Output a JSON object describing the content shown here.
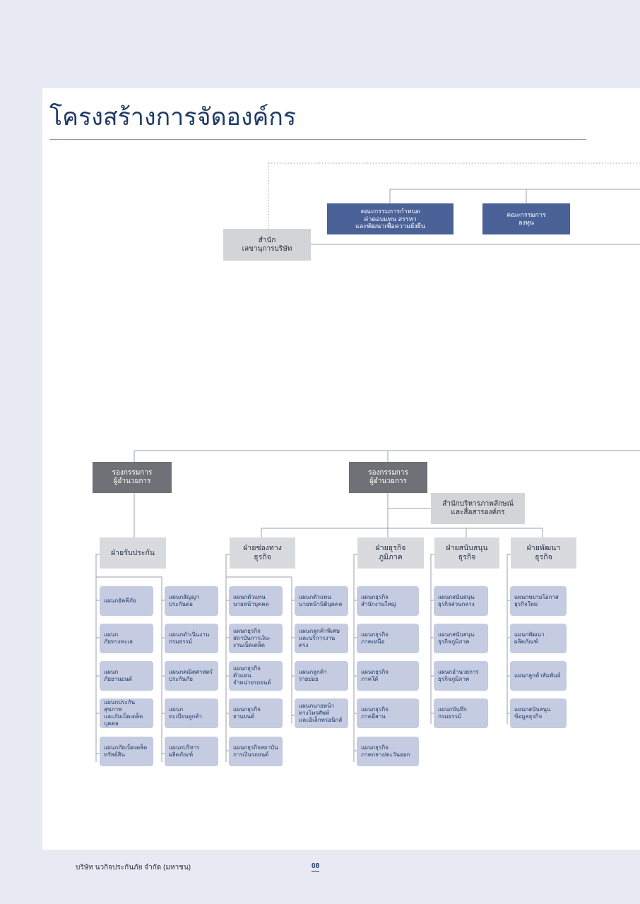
{
  "page_title": "โครงสร้างการจัดองค์กร",
  "top": {
    "committee_compensation": "คณะกรรมการกำหนด\nค่าตอบแทน สรรหา\nและพัฒนาเพื่อความยั่งยืน",
    "committee_investment": "คณะกรรมการ\nลงทุน",
    "secretary_office": "สำนัก\nเลขานุการบริษัท"
  },
  "executives": {
    "vp_left": "รองกรรมการ\nผู้อำนวยการ",
    "vp_center": "รองกรรมการ\nผู้อำนวยการ",
    "brand_office": "สำนักบริหารภาพลักษณ์\nและสื่อสารองค์กร"
  },
  "divisions": [
    {
      "name": "ฝ่ายรับประกัน",
      "col1": [
        "แผนกอัคคีภัย",
        "แผนก\nภัยทางทะเล",
        "แผนก\nภัยยานยนต์",
        "แผนกประกันสุขภาพ\nและภัยเบ็ดเตล็ด\nบุคคล",
        "แผนกภัยเบ็ดเตล็ด\nทรัพย์สิน"
      ],
      "col2": [
        "แผนกสัญญา\nประกันต่อ",
        "แผนกดำเนินงาน\nกรมธรรม์",
        "แผนกคณิตศาสตร์\nประกันภัย",
        "แผนก\nทะเบียนลูกค้า",
        "แผนกบริหาร\nผลิตภัณฑ์"
      ]
    },
    {
      "name": "ฝ่ายช่องทาง\nธุรกิจ",
      "col1": [
        "แผนกตัวแทน\nนายหน้าบุคคล",
        "แผนกธุรกิจ\nสถาบันการเงิน-\nงานเบ็ดเตล็ด",
        "แผนกธุรกิจตัวแทน\nจำหน่ายรถยนต์",
        "แผนกธุรกิจ\nยานยนต์",
        "แผนกธุรกิจสถาบัน\nการเงินรถยนต์"
      ],
      "col2": [
        "แผนกตัวแทน\nนายหน้านิติบุคคล",
        "แผนกลูกค้าพิเศษ\nและบริการงานตรง",
        "แผนกลูกค้า\nรายย่อย",
        "แผนกนายหน้า\nทางโทรศัพท์\nและอิเล็กทรอนิกส์"
      ]
    },
    {
      "name": "ฝ่ายธุรกิจ\nภูมิภาค",
      "col1": [
        "แผนกธุรกิจ\nสำนักงานใหญ่",
        "แผนกธุรกิจ\nภาคเหนือ",
        "แผนกธุรกิจ\nภาคใต้",
        "แผนกธุรกิจ\nภาคอีสาน",
        "แผนกธุรกิจ\nภาคกลาง/ตะวันออก"
      ]
    },
    {
      "name": "ฝ่ายสนับสนุน\nธุรกิจ",
      "col1": [
        "แผนกสนับสนุน\nธุรกิจส่วนกลาง",
        "แผนกสนับสนุน\nธุรกิจภูมิภาค",
        "แผนกอำนวยการ\nธุรกิจภูมิภาค",
        "แผนกบันทึก\nกรมธรรม์"
      ]
    },
    {
      "name": "ฝ่ายพัฒนา\nธุรกิจ",
      "col1": [
        "แผนกขยายโอกาส\nธุรกิจใหม่",
        "แผนกพัฒนา\nผลิตภัณฑ์",
        "แผนกลูกค้าสัมพันธ์",
        "แผนกสนับสนุน\nข้อมูลธุรกิจ"
      ]
    }
  ],
  "footer": {
    "company": "บริษัท นวกิจประกันภัย จำกัด (มหาชน)",
    "page_number": "08"
  },
  "colors": {
    "navy": "#4a6298",
    "leaf": "#c5cbe0",
    "title": "#1f3a68"
  }
}
